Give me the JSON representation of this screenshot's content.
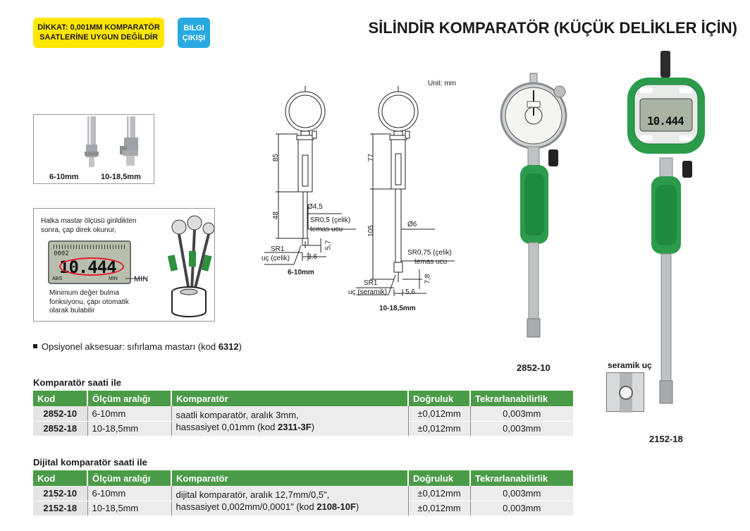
{
  "header": {
    "warning": [
      "DİKKAT: 0,001MM KOMPARATÖR",
      "SAATLERİNE UYGUN DEĞİLDİR"
    ],
    "info_badge": [
      "BILGI",
      "ÇIKIŞI"
    ],
    "title": "SİLİNDİR KOMPARATÖR (KÜÇÜK DELİKLER İÇİN)"
  },
  "tips": {
    "small": "6-10mm",
    "large": "10-18,5mm"
  },
  "min_box": {
    "top_text": [
      "Halka mastar ölçüsü girildikten",
      "sonra, çap direk okunur,"
    ],
    "display_value": "10.444",
    "display_small": "0002",
    "abs_label": "ABS",
    "min_small": "MIN",
    "min_callout": "MIN",
    "bottom_text": [
      "Minimum değer bulma",
      "fonksiyonu, çapı otomatik",
      "olarak bulabilir"
    ]
  },
  "drawing": {
    "unit": "Unit: mm",
    "left": {
      "dim_top": "85",
      "dim_mid": "48",
      "dia": "Ø4,5",
      "contact": [
        "SR0,5 (çelik)",
        "temas ucu"
      ],
      "dim_side": "5,7",
      "tip": [
        "SR1",
        "uç (çelik)"
      ],
      "width": "3,6",
      "caption": "6-10mm"
    },
    "right": {
      "dim_top": "77",
      "dim_mid": "105",
      "dia": "Ø6",
      "contact": [
        "SR0,75 (çelik)",
        "temas ucu"
      ],
      "dim_side": "7,8",
      "tip": [
        "SR1",
        "uç (seramik)"
      ],
      "width": "5,6",
      "caption": "10-18,5mm"
    }
  },
  "products": {
    "analog_code": "2852-10",
    "digital_code": "2152-18",
    "digital_display": "10.444",
    "ceramic_label": "seramik uç"
  },
  "optional": {
    "prefix": "Opsiyonel aksesuar: sıfırlama mastarı (kod ",
    "code": "6312",
    "suffix": ")"
  },
  "columns": [
    "Kod",
    "Ölçüm aralığı",
    "Komparatör",
    "Doğruluk",
    "Tekrarlanabilirlik"
  ],
  "table1": {
    "title": "Komparatör saati ile",
    "rows": [
      {
        "code": "2852-10",
        "range": "6-10mm",
        "accuracy": "±0,012mm",
        "repeat": "0,003mm"
      },
      {
        "code": "2852-18",
        "range": "10-18,5mm",
        "accuracy": "±0,012mm",
        "repeat": "0,003mm"
      }
    ],
    "desc_line1": "saatli komparatör, aralık 3mm,",
    "desc_line2_prefix": "hassasiyet 0,01mm (kod ",
    "desc_code": "2311-3F",
    "desc_suffix": ")"
  },
  "table2": {
    "title": "Dijital komparatör saati ile",
    "rows": [
      {
        "code": "2152-10",
        "range": "6-10mm",
        "accuracy": "±0,012mm",
        "repeat": "0,003mm"
      },
      {
        "code": "2152-18",
        "range": "10-18,5mm",
        "accuracy": "±0,012mm",
        "repeat": "0,003mm"
      }
    ],
    "desc_line1": "dijital komparatör, aralık 12,7mm/0,5\",",
    "desc_line2_prefix": "hassasiyet 0,002mm/0,0001\" (kod ",
    "desc_code": "2108-10F",
    "desc_suffix": ")"
  },
  "colors": {
    "green": "#4a9b47",
    "yellow": "#ffe600",
    "blue": "#29a9e1"
  }
}
